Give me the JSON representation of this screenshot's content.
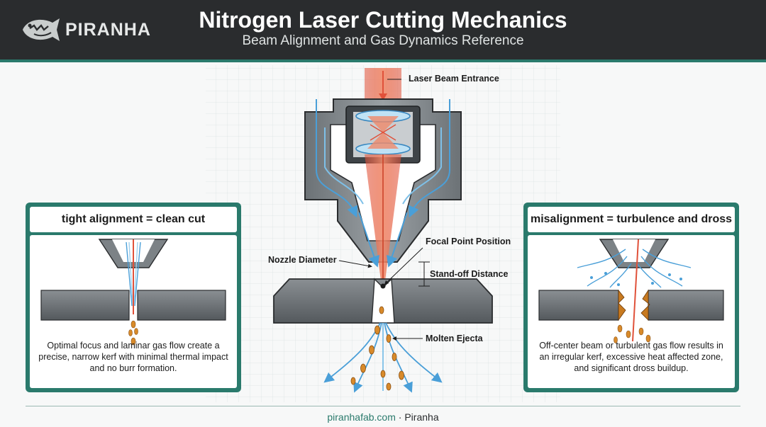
{
  "header": {
    "brand": "PIRANHA",
    "title": "Nitrogen Laser Cutting Mechanics",
    "subtitle": "Beam Alignment and Gas Dynamics Reference"
  },
  "diagram": {
    "labels": {
      "laser_beam_entrance": "Laser Beam Entrance",
      "focal_point_position": "Focal Point Position",
      "nozzle_diameter": "Nozzle Diameter",
      "stand_off_distance": "Stand-off Distance",
      "molten_ejecta": "Molten Ejecta"
    }
  },
  "panels": {
    "left": {
      "title": "tight alignment = clean cut",
      "description": "Optimal focus and laminar gas flow create a precise, narrow kerf with minimal thermal impact and no burr formation."
    },
    "right": {
      "title": "misalignment = turbulence and dross",
      "description": "Off-center beam or turbulent gas flow results in an irregular kerf, excessive heat affected zone, and significant dross buildup."
    }
  },
  "footer": {
    "site": "piranhafab.com",
    "separator": " · ",
    "brand": "Piranha"
  },
  "colors": {
    "header_bg": "#2a2c2e",
    "accent_teal": "#2a7a6c",
    "laser_red": "#e0513a",
    "gas_blue": "#4a9fd8",
    "molten_orange": "#d88a2a"
  },
  "icons": [
    "piranha-fish-icon"
  ]
}
